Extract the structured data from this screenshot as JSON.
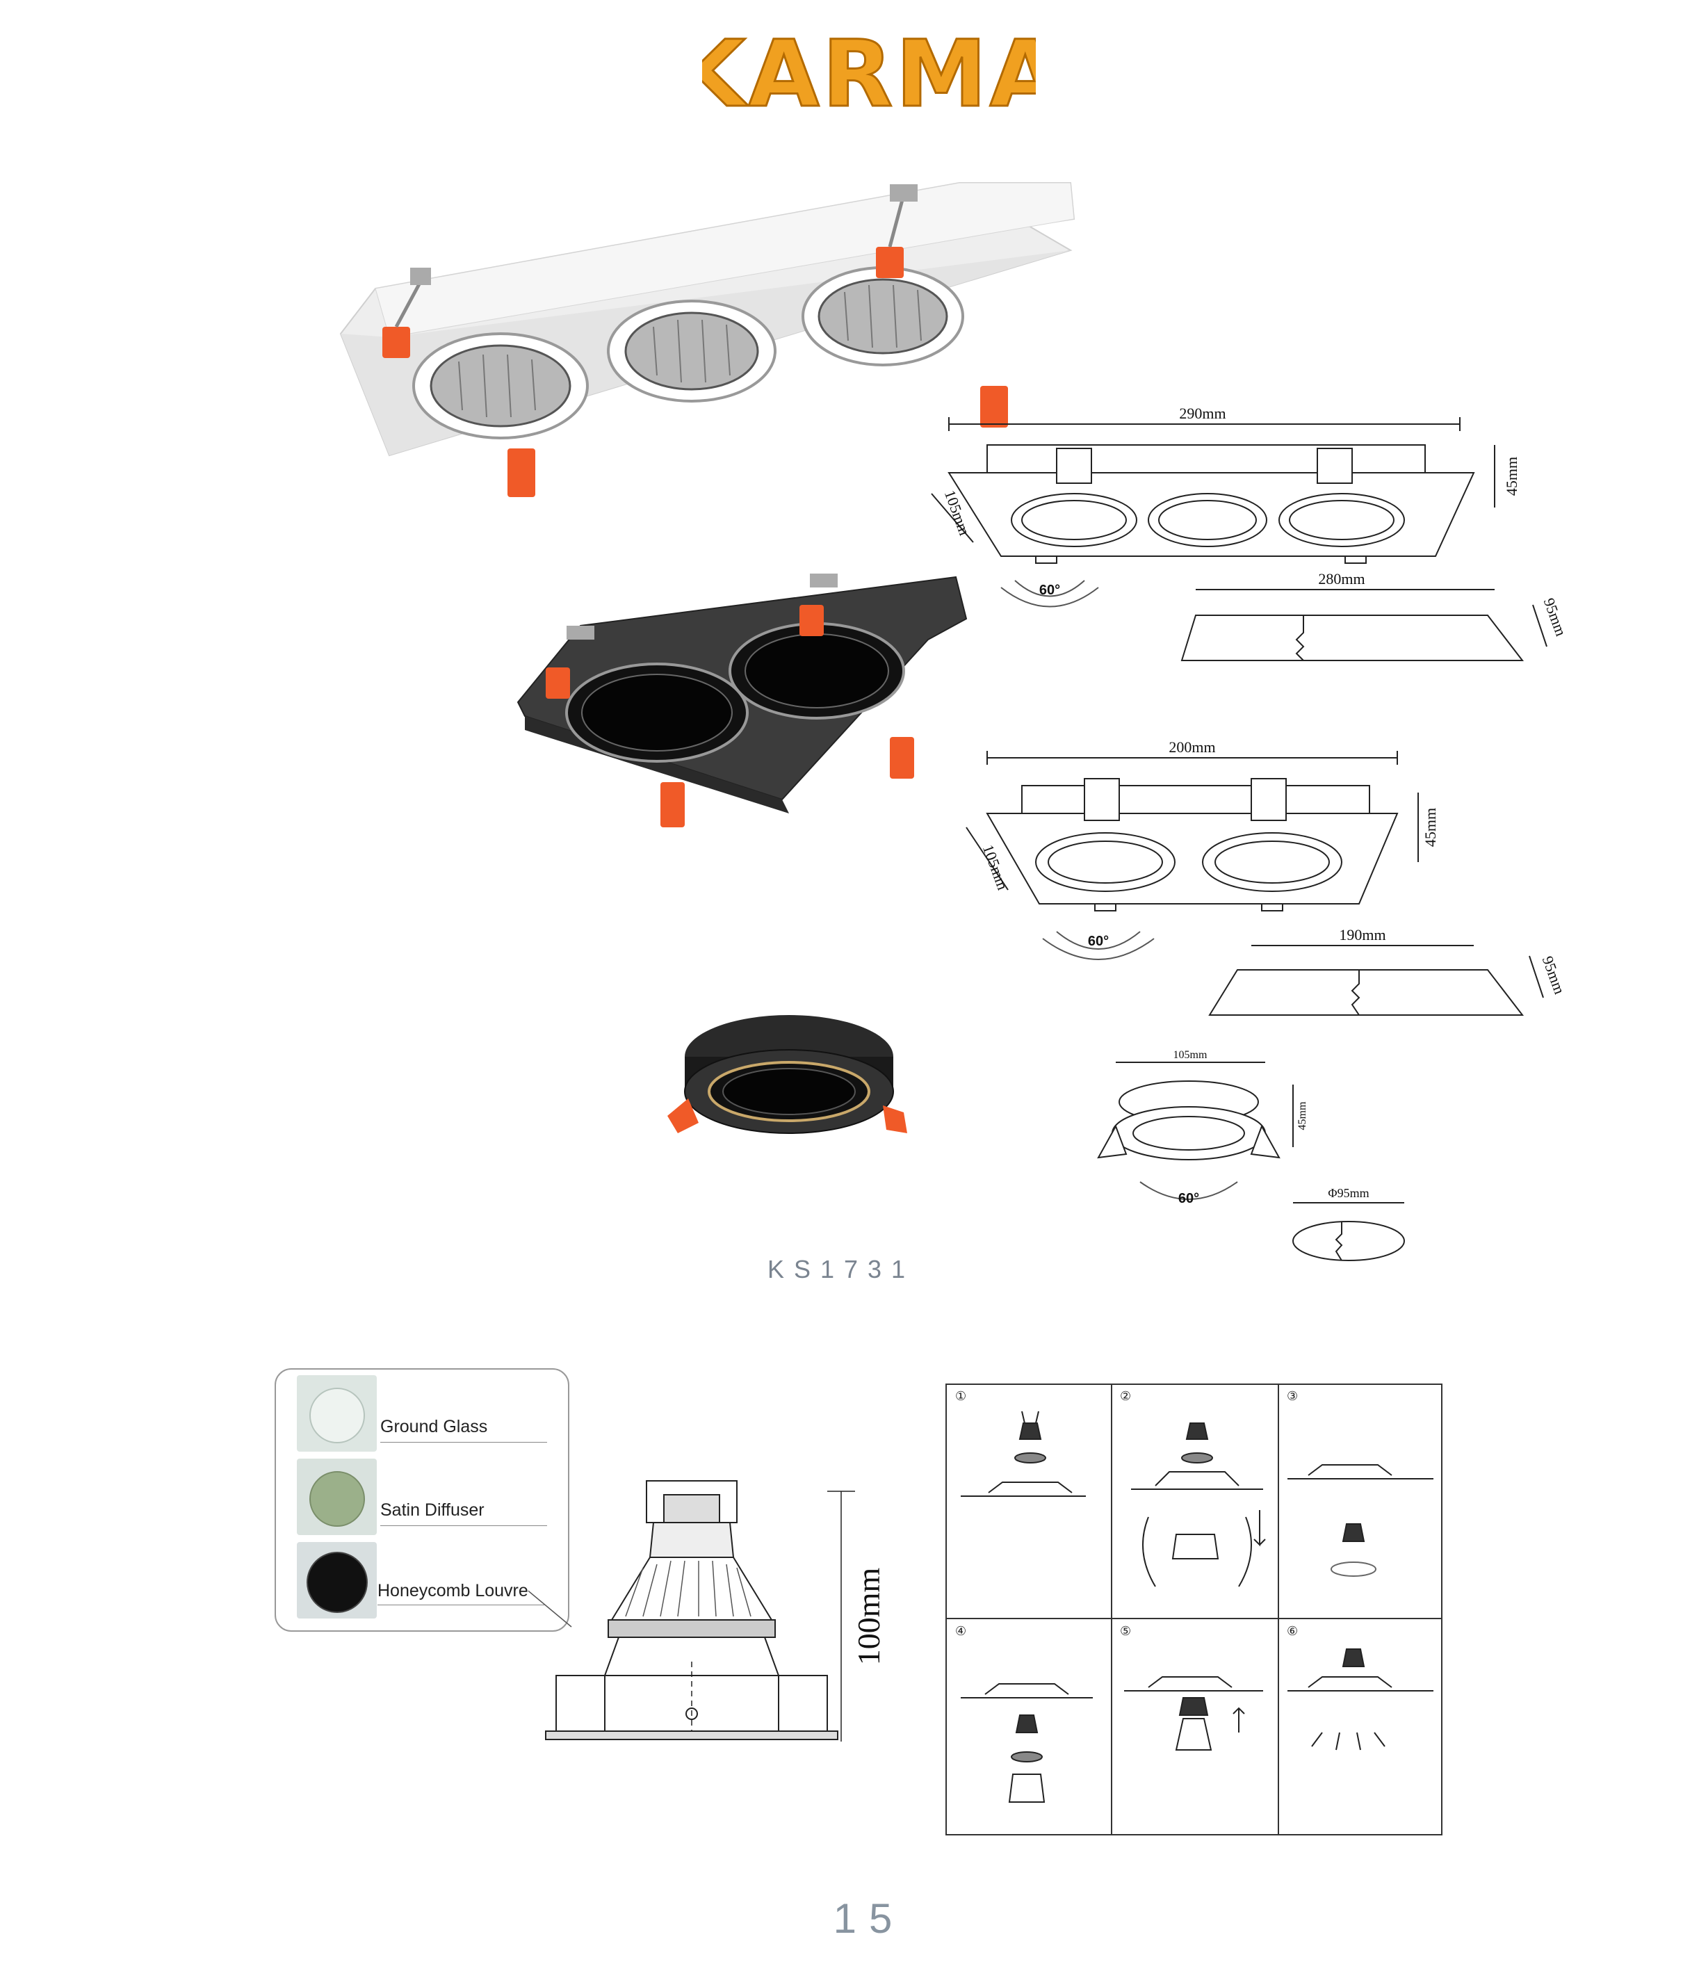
{
  "brand": {
    "logo_text": "KARMA"
  },
  "model_code": "KS1731",
  "page_number": "15",
  "triple": {
    "dims": {
      "width": "290mm",
      "depth": "105mm",
      "height": "45mm",
      "angle": "60°",
      "cutout_w": "280mm",
      "cutout_h": "95mm"
    }
  },
  "double": {
    "dims": {
      "width": "200mm",
      "depth": "105mm",
      "height": "45mm",
      "angle": "60°",
      "cutout_w": "190mm",
      "cutout_h": "95mm"
    }
  },
  "single": {
    "dims": {
      "width": "105mm",
      "height": "45mm",
      "angle": "60°",
      "cutout_d": "Φ95mm"
    }
  },
  "accessories": [
    {
      "label": "Ground Glass"
    },
    {
      "label": "Satin Diffuser"
    },
    {
      "label": "Honeycomb Louvre"
    }
  ],
  "section": {
    "height": "100mm"
  },
  "install_steps": [
    "①",
    "②",
    "③",
    "④",
    "⑤",
    "⑥"
  ],
  "colors": {
    "accent_clip": "#f05a28",
    "logo": "#f0a020"
  }
}
